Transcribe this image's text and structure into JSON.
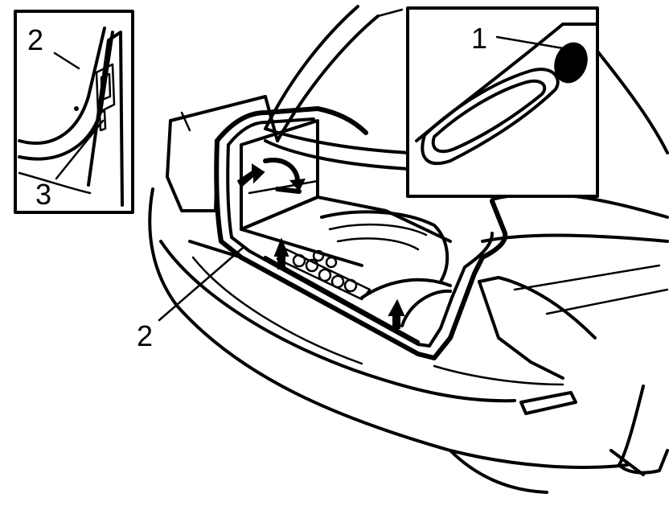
{
  "callouts": {
    "inset_left_top": "2",
    "inset_left_bottom": "3",
    "main_bottom": "2",
    "inset_right": "1"
  },
  "colors": {
    "ink": "#000000",
    "paper": "#ffffff"
  }
}
